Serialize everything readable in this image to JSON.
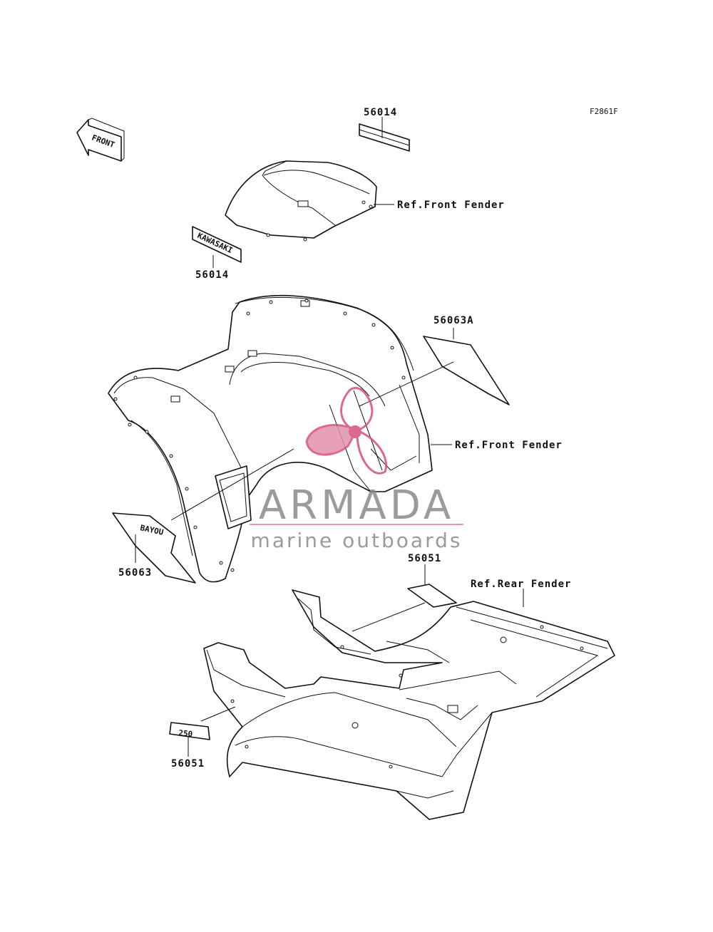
{
  "diagram_code": "F2861F",
  "front_arrow_label": "FRONT",
  "decal_texts": {
    "kawasaki": "KAWASAKI",
    "bayou": "BAYOU",
    "rear": "250"
  },
  "callouts": {
    "p56014_top": "56014",
    "p56014_bottom": "56014",
    "p56063A": "56063A",
    "p56063": "56063",
    "p56051_upper": "56051",
    "p56051_lower": "56051",
    "ref_front_fender_1": "Ref.Front Fender",
    "ref_front_fender_2": "Ref.Front Fender",
    "ref_rear_fender": "Ref.Rear Fender"
  },
  "watermark": {
    "brand": "ARMADA",
    "tagline": "marine outboards",
    "color": "#d6507d"
  }
}
